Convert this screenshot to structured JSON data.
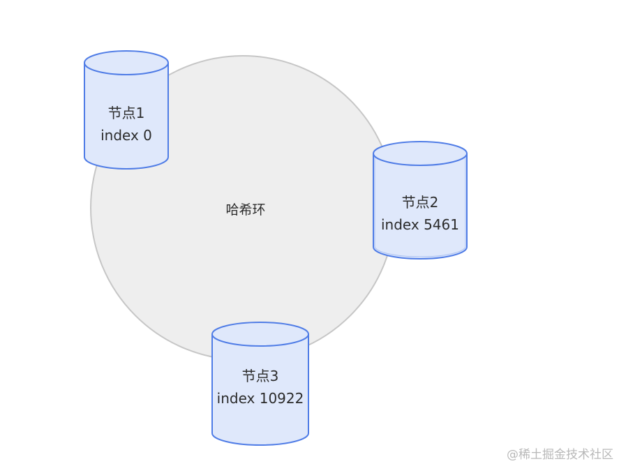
{
  "diagram": {
    "ring_label": "哈希环",
    "nodes": [
      {
        "name": "节点1",
        "index": "index 0"
      },
      {
        "name": "节点2",
        "index": "index 5461"
      },
      {
        "name": "节点3",
        "index": "index 10922"
      }
    ]
  },
  "watermark": "@稀土掘金技术社区",
  "colors": {
    "ring_fill": "#eeeeee",
    "ring_stroke": "#c6c6c6",
    "node_fill": "#dfe8fb",
    "node_stroke": "#4f7ce6",
    "text": "#2b2b2b"
  }
}
